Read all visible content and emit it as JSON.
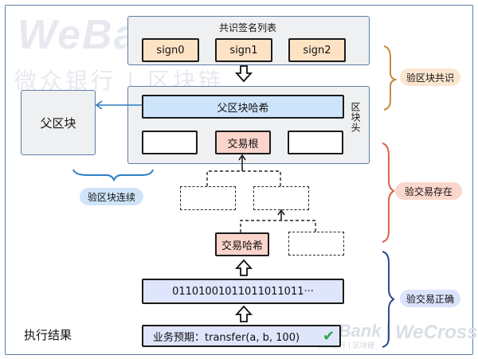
{
  "watermarks": {
    "webank_large": "WeBank",
    "webank_subtitle": "微众银行 | 区块链",
    "webank_small": "WeBank",
    "webank_small_sub": "微众银行 | 区块链",
    "wecross": "WeCross"
  },
  "consensus_list": {
    "title": "共识签名列表",
    "signs": [
      "sign0",
      "sign1",
      "sign2"
    ]
  },
  "block_header": {
    "label": "区块头",
    "parent_hash": "父区块哈希",
    "tx_root": "交易根"
  },
  "parent_block": {
    "label": "父区块"
  },
  "merkle": {
    "tx_hash": "交易哈希"
  },
  "tx_bytes": "01101001011011011011···",
  "result": {
    "label": "执行结果",
    "expectation": "业务预期：transfer(a, b, 100)",
    "check_icon": "check-icon"
  },
  "verify_labels": {
    "continuity": "验区块连续",
    "consensus": "验区块共识",
    "existence": "验交易存在",
    "correctness": "验交易正确"
  },
  "colors": {
    "consensus_brace": "#c58a3e",
    "consensus_pill": "#fbe6cf",
    "existence_brace": "#d9634c",
    "existence_pill": "#fbd6cc",
    "correctness_brace": "#2e4a8f",
    "correctness_pill": "#dbe2fb",
    "continuity_brace": "#2e7cc4",
    "continuity_pill": "#cfe4f8",
    "check": "#2ea84a"
  }
}
